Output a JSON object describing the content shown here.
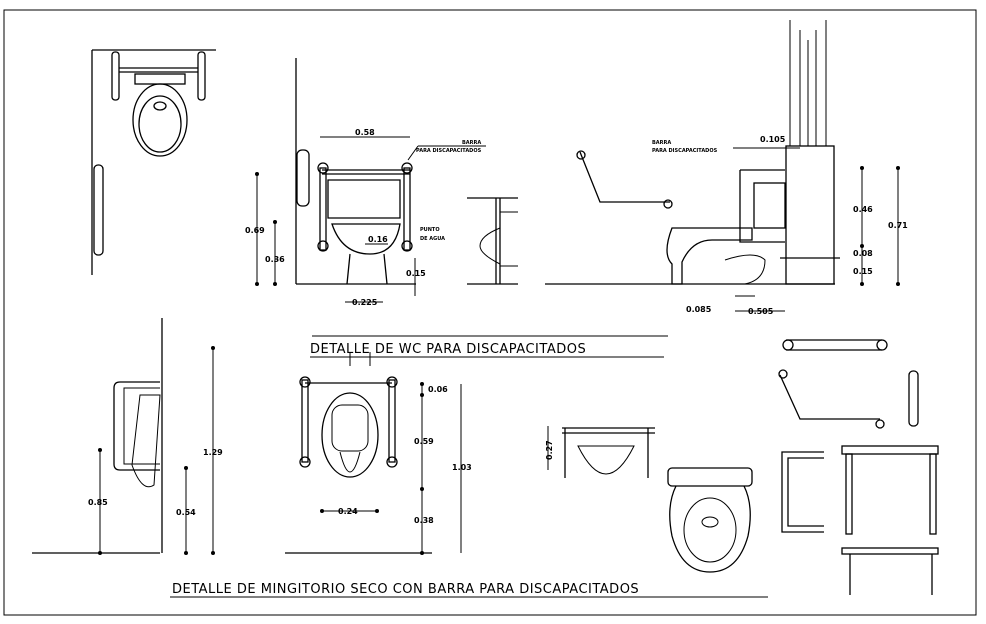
{
  "titles": {
    "wc": "DETALLE DE WC PARA DISCAPACITADOS",
    "urinal": "DETALLE DE MINGITORIO SECO CON BARRA PARA DISCAPACITADOS"
  },
  "wc_front": {
    "width_top": "0.58",
    "height_total": "0.69",
    "height_lower": "0.36",
    "water_offset": "0.16",
    "water_height": "0.15",
    "base_width": "0.225",
    "bar_note_1": "BARRA",
    "bar_note_2": "PARA DISCAPACITADOS",
    "water_note_1": "PUNTO",
    "water_note_2": "DE AGUA"
  },
  "wc_side": {
    "wall_offset": "0.105",
    "bar_height": "0.46",
    "gap": "0.08",
    "floor_height": "0.15",
    "total_height": "0.71",
    "drain_offset": "0.085",
    "depth": "0.505",
    "bar_note_1": "BARRA",
    "bar_note_2": "PARA DISCAPACITADOS"
  },
  "urinal_side": {
    "rim_height": "0.85",
    "lip_height": "0.54",
    "bar_height": "1.29"
  },
  "urinal_front": {
    "top_gap": "0.06",
    "body_height": "0.59",
    "lower_height": "0.38",
    "total_height": "1.03",
    "width": "0.24"
  },
  "urinal_plan": {
    "depth": "0.27"
  }
}
